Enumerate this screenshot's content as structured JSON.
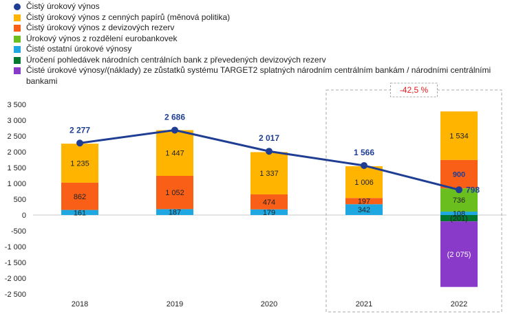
{
  "chart_data": {
    "type": "bar",
    "stacked": true,
    "categories": [
      "2018",
      "2019",
      "2020",
      "2021",
      "2022"
    ],
    "ylim": [
      -2500,
      3500
    ],
    "yticks": [
      3500,
      3000,
      2500,
      2000,
      1500,
      1000,
      500,
      0,
      -500,
      -1000,
      -1500,
      -2000,
      -2500
    ],
    "ytick_labels": [
      "3 500",
      "3 000",
      "2 500",
      "2 000",
      "1 500",
      "1 000",
      "500",
      "0",
      "-500",
      "-1 000",
      "-1 500",
      "-2 000",
      "-2 500"
    ],
    "grid": false,
    "legend_position": "top-left",
    "series": [
      {
        "name": "Čisté ostatní úrokové výnosy",
        "color": "#1ea7e1",
        "values": [
          161,
          187,
          179,
          342,
          108
        ],
        "labels": [
          "161",
          "187",
          "179",
          "342",
          "108"
        ],
        "label_color": "#222222"
      },
      {
        "name": "Úrokový výnos z rozdělení eurobankovek",
        "color": "#6abf1e",
        "values": [
          0,
          0,
          0,
          0,
          736
        ],
        "labels": [
          "",
          "",
          "",
          "",
          "736"
        ],
        "label_color": "#222222"
      },
      {
        "name": "Čistý úrokový výnos z devizových rezerv",
        "color": "#f95f16",
        "values": [
          862,
          1052,
          474,
          197,
          900
        ],
        "labels": [
          "862",
          "1 052",
          "474",
          "197",
          "900"
        ],
        "label_color": "#222222",
        "label_color_last": "#1f3e93"
      },
      {
        "name": "Čistý úrokový výnos z cenných papírů (měnová politika)",
        "color": "#ffb400",
        "values": [
          1235,
          1447,
          1337,
          1006,
          1534
        ],
        "labels": [
          "1 235",
          "1 447",
          "1 337",
          "1 006",
          "1 534"
        ],
        "label_color": "#222222"
      },
      {
        "name": "Úročení pohledávek národních centrálních bank z převedených devizových rezerv",
        "color": "#00782f",
        "values": [
          0,
          0,
          0,
          0,
          -201
        ],
        "labels": [
          "",
          "",
          "",
          "",
          "(201)"
        ],
        "label_color": "#222222"
      },
      {
        "name": "Čisté úrokové výnosy/(náklady) ze zůstatků systému TARGET2 splatných národním centrálním bankám / národními centrálními bankami",
        "color": "#8a3ac8",
        "values": [
          0,
          0,
          0,
          0,
          -2075
        ],
        "labels": [
          "",
          "",
          "",
          "",
          "(2 075)"
        ],
        "label_color": "#ffffff"
      }
    ],
    "line": {
      "name": "Čistý úrokový výnos",
      "color": "#1f3e93",
      "values": [
        2277,
        2686,
        2017,
        1566,
        798
      ],
      "labels": [
        "2 277",
        "2 686",
        "2 017",
        "1 566",
        "798"
      ]
    },
    "annotations": [
      {
        "text": "-42,5 %",
        "color": "#e3191c",
        "highlight_categories": [
          "2021",
          "2022"
        ]
      }
    ],
    "legend_order": [
      {
        "name": "Čistý úrokový výnos",
        "color": "#1f3e93",
        "shape": "dot"
      },
      {
        "name": "Čistý úrokový výnos z cenných papírů (měnová politika)",
        "color": "#ffb400",
        "shape": "square"
      },
      {
        "name": "Čistý úrokový výnos z devizových rezerv",
        "color": "#f95f16",
        "shape": "square"
      },
      {
        "name": "Úrokový výnos z rozdělení eurobankovek",
        "color": "#6abf1e",
        "shape": "square"
      },
      {
        "name": "Čisté ostatní úrokové výnosy",
        "color": "#1ea7e1",
        "shape": "square"
      },
      {
        "name": "Úročení pohledávek národních centrálních bank z převedených devizových rezerv",
        "color": "#00782f",
        "shape": "square"
      },
      {
        "name": "Čisté úrokové výnosy/(náklady) ze zůstatků systému TARGET2 splatných národním centrálním bankám / národními centrálními bankami",
        "color": "#8a3ac8",
        "shape": "square"
      }
    ]
  }
}
